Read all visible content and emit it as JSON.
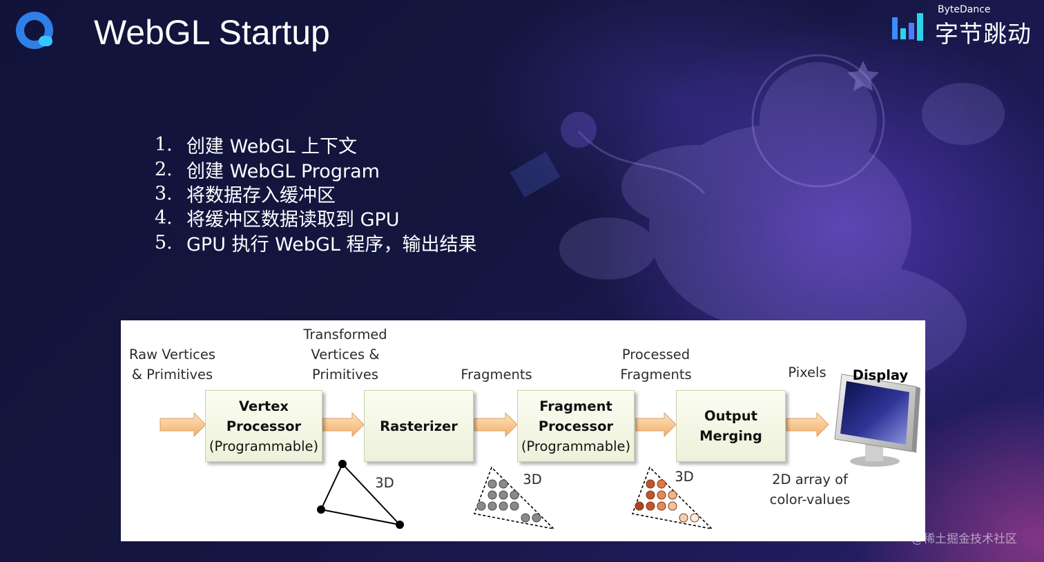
{
  "slide": {
    "title": "WebGL Startup"
  },
  "brand": {
    "name_en": "ByteDance",
    "name_cn": "字节跳动"
  },
  "steps": [
    {
      "num": "1.",
      "text": "创建 WebGL 上下文"
    },
    {
      "num": "2.",
      "text": "创建 WebGL Program"
    },
    {
      "num": "3.",
      "text": "将数据存入缓冲区"
    },
    {
      "num": "4.",
      "text": "将缓冲区数据读取到 GPU"
    },
    {
      "num": "5.",
      "text": "GPU 执行 WebGL 程序，输出结果"
    }
  ],
  "pipeline": {
    "stages": [
      {
        "line1": "Vertex",
        "line2": "Processor",
        "line3": "(Programmable)"
      },
      {
        "line1": "Rasterizer"
      },
      {
        "line1": "Fragment",
        "line2": "Processor",
        "line3": "(Programmable)"
      },
      {
        "line1": "Output",
        "line2": "Merging"
      }
    ],
    "labels": {
      "raw_line1": "Raw Vertices",
      "raw_line2": "& Primitives",
      "transformed_line1": "Transformed",
      "transformed_line2": "Vertices &",
      "transformed_line3": "Primitives",
      "fragments": "Fragments",
      "processed_line1": "Processed",
      "processed_line2": "Fragments",
      "pixels": "Pixels",
      "display": "Display",
      "dim_triangle": "3D",
      "dim_fragments": "3D",
      "dim_processed": "3D",
      "array_line1": "2D array of",
      "array_line2": "color-values"
    }
  },
  "watermark": "@稀土掘金技术社区",
  "colors": {
    "accent_blue": "#2f7fe8",
    "arrow_fill": "#f8c98e",
    "fragment_gray": "#8a8a8a",
    "fragment_brown": "#c0552b",
    "monitor_screen": "#2a2f8a"
  }
}
